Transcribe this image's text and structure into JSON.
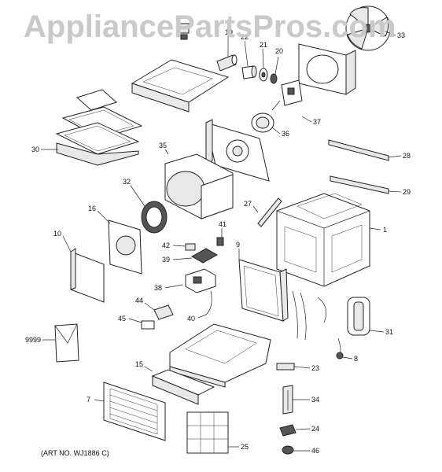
{
  "watermark": "AppliancePartsPros.com",
  "art_number": "(ART NO. WJ1886 C)",
  "callouts": {
    "c1": "1",
    "c7": "7",
    "c8": "8",
    "c9": "9",
    "c10": "10",
    "c15": "15",
    "c16": "16",
    "c19": "19",
    "c20": "20",
    "c21": "21",
    "c22": "22",
    "c23": "23",
    "c24": "24",
    "c25": "25",
    "c27": "27",
    "c28": "28",
    "c29": "29",
    "c30": "30",
    "c31": "31",
    "c32": "32",
    "c33": "33",
    "c34": "34",
    "c35": "35",
    "c36": "36",
    "c37": "37",
    "c38": "38",
    "c39": "39",
    "c40": "40",
    "c41": "41",
    "c42": "42",
    "c44": "44",
    "c45": "45",
    "c46": "46",
    "c9999": "9999"
  }
}
